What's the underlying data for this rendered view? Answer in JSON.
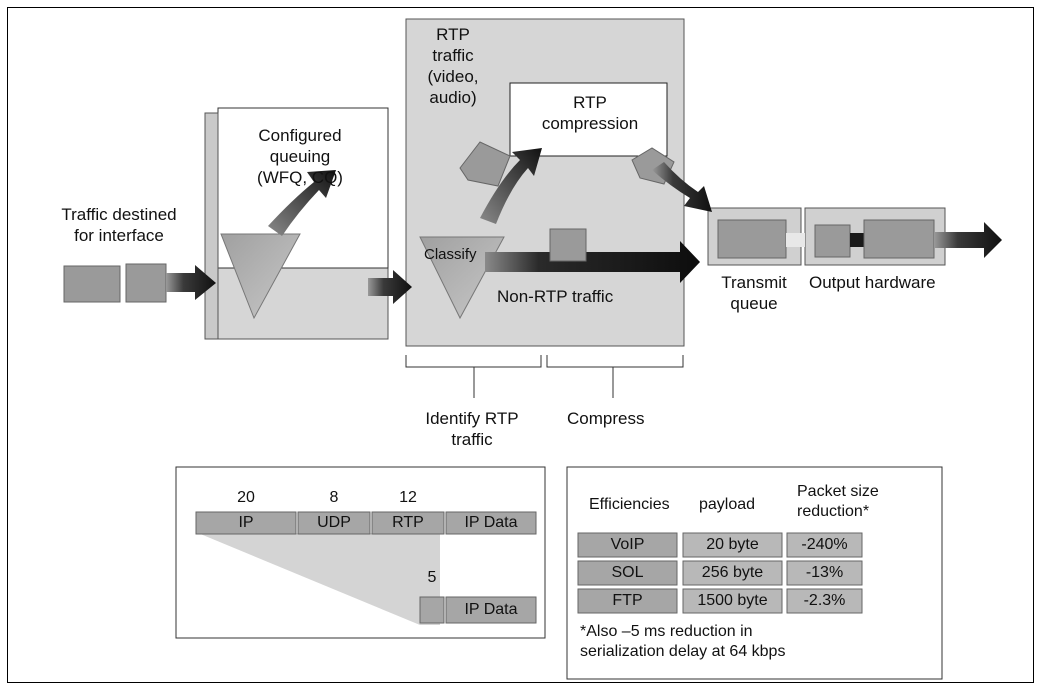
{
  "diagram": {
    "rtp_traffic": "RTP\ntraffic\n(video,\naudio)",
    "rtp_compression": "RTP\ncompression",
    "configured_queuing": "Configured\nqueuing\n(WFQ, CQ)",
    "traffic_destined": "Traffic destined\nfor interface",
    "classify": "Classify",
    "non_rtp_traffic": "Non-RTP traffic",
    "transmit_queue": "Transmit\nqueue",
    "output_hardware": "Output hardware",
    "identify_rtp": "Identify RTP\ntraffic",
    "compress": "Compress"
  },
  "header_panel": {
    "sizes": [
      "20",
      "8",
      "12"
    ],
    "segments": [
      "IP",
      "UDP",
      "RTP",
      "IP Data"
    ],
    "compressed_size": "5",
    "compressed_segment": "IP Data"
  },
  "efficiency_table": {
    "headers": [
      "Efficiencies",
      "payload",
      "Packet size\nreduction*"
    ],
    "rows": [
      {
        "name": "VoIP",
        "payload": "20 byte",
        "reduction": "-240%"
      },
      {
        "name": "SOL",
        "payload": "256 byte",
        "reduction": "-13%"
      },
      {
        "name": "FTP",
        "payload": "1500 byte",
        "reduction": "-2.3%"
      }
    ],
    "footnote": "*Also –5 ms reduction in\nserialization delay at 64 kbps"
  },
  "colors": {
    "panel_fill": "#d9d9d9",
    "box_fill": "#9a9a9a",
    "arrow_dark": "#1a1a1a"
  }
}
